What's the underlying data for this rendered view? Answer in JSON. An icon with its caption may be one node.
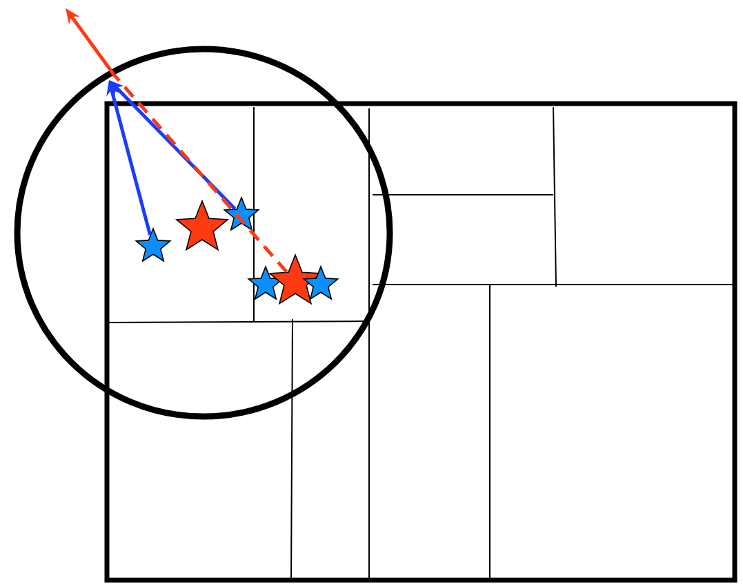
{
  "diagram": {
    "nodes": [
      {
        "text": [],
        "shape": "star"
      },
      {
        "text": [],
        "shape": "star"
      },
      {
        "text": [],
        "shape": "star"
      },
      {
        "text": [],
        "shape": "star"
      },
      {
        "text": [],
        "shape": "star"
      },
      {
        "text": [],
        "shape": "star"
      }
    ],
    "edges": [
      {
        "from": 0,
        "to": null,
        "arrow": "to",
        "color": "#1a3cff"
      },
      {
        "from": 2,
        "to": null,
        "arrow": "to",
        "color": "#1a3cff"
      },
      {
        "from": 4,
        "to": null,
        "arrow": "to",
        "style": "dashed",
        "color": "#ff3a10"
      }
    ]
  }
}
